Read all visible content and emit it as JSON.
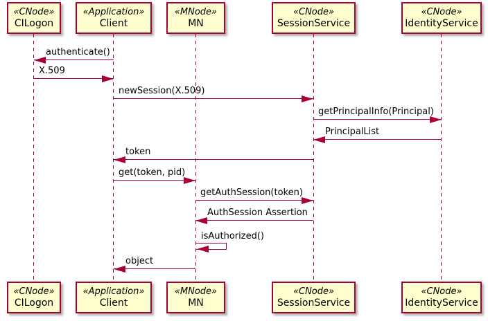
{
  "diagram": {
    "kind": "uml-sequence-diagram",
    "colors": {
      "participant_fill": "#FEFECE",
      "line_color": "#A80036",
      "text_color": "#000000",
      "background": "#ffffff"
    }
  },
  "participants": [
    {
      "stereotype": "«CNode»",
      "name": "CILogon"
    },
    {
      "stereotype": "«Application»",
      "name": "Client"
    },
    {
      "stereotype": "«MNode»",
      "name": "MN"
    },
    {
      "stereotype": "«CNode»",
      "name": "SessionService"
    },
    {
      "stereotype": "«CNode»",
      "name": "IdentityService"
    }
  ],
  "messages": [
    {
      "label": "authenticate()",
      "from": "Client",
      "to": "CILogon"
    },
    {
      "label": "X.509",
      "from": "CILogon",
      "to": "Client"
    },
    {
      "label": "newSession(X.509)",
      "from": "Client",
      "to": "SessionService"
    },
    {
      "label": "getPrincipalInfo(Principal)",
      "from": "SessionService",
      "to": "IdentityService"
    },
    {
      "label": "PrincipalList",
      "from": "IdentityService",
      "to": "SessionService"
    },
    {
      "label": "token",
      "from": "SessionService",
      "to": "Client"
    },
    {
      "label": "get(token, pid)",
      "from": "Client",
      "to": "MN"
    },
    {
      "label": "getAuthSession(token)",
      "from": "MN",
      "to": "SessionService"
    },
    {
      "label": "AuthSession Assertion",
      "from": "SessionService",
      "to": "MN"
    },
    {
      "label": "isAuthorized()",
      "from": "MN",
      "to": "MN"
    },
    {
      "label": "object",
      "from": "MN",
      "to": "Client"
    }
  ]
}
